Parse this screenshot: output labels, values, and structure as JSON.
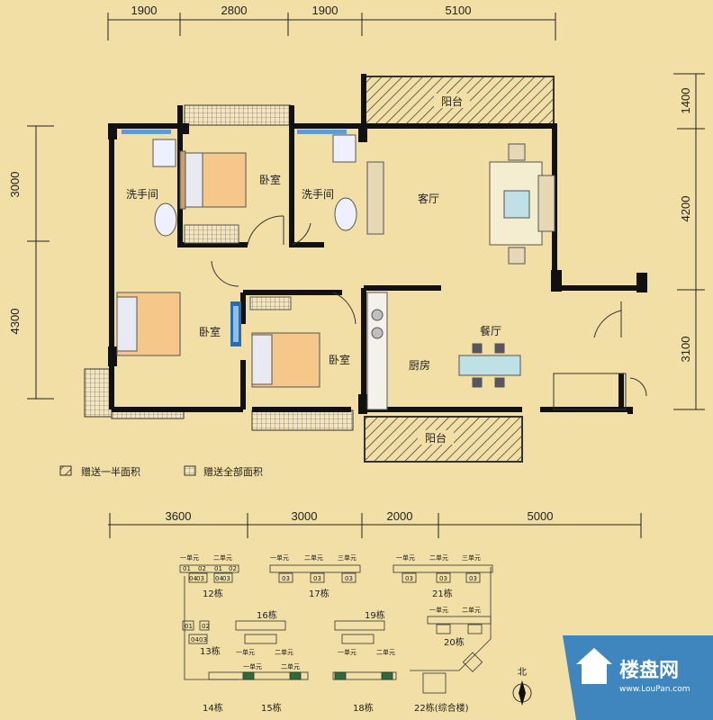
{
  "dimensions": {
    "top": [
      "1900",
      "2800",
      "1900",
      "5100"
    ],
    "bottom": [
      "3600",
      "3000",
      "2000",
      "5000"
    ],
    "left": [
      "3000",
      "4300"
    ],
    "right": [
      "1400",
      "4200",
      "3100"
    ]
  },
  "rooms": {
    "balcony_top": "阳台",
    "bathroom_1": "洗手间",
    "bedroom_1": "卧室",
    "bathroom_2": "洗手间",
    "living_room": "客厅",
    "bedroom_2": "卧室",
    "bedroom_3": "卧室",
    "kitchen": "厨房",
    "dining_room": "餐厅",
    "balcony_bottom": "阳台"
  },
  "legend": {
    "half_area": "赠送一半面积",
    "full_area": "赠送全部面积"
  },
  "site_plan": {
    "unit_labels": {
      "u1": "一单元",
      "u2": "二单元",
      "u3": "三单元"
    },
    "flat_numbers": {
      "f01": "01",
      "f02": "02",
      "f03": "03",
      "f04": "04"
    },
    "buildings": {
      "b12": "12栋",
      "b13": "13栋",
      "b14": "14栋",
      "b15": "15栋",
      "b16": "16栋",
      "b17": "17栋",
      "b18": "18栋",
      "b19": "19栋",
      "b20": "20栋",
      "b21": "21栋",
      "b22": "22栋(综合楼)"
    },
    "north": "北"
  },
  "logo": {
    "name": "楼盘网",
    "url": "www.LouPan.com"
  },
  "colors": {
    "background": "#f1dfa6",
    "wall": "#111111",
    "accent_blue": "#2a6cb0",
    "logo_bg": "#3f86bf"
  }
}
